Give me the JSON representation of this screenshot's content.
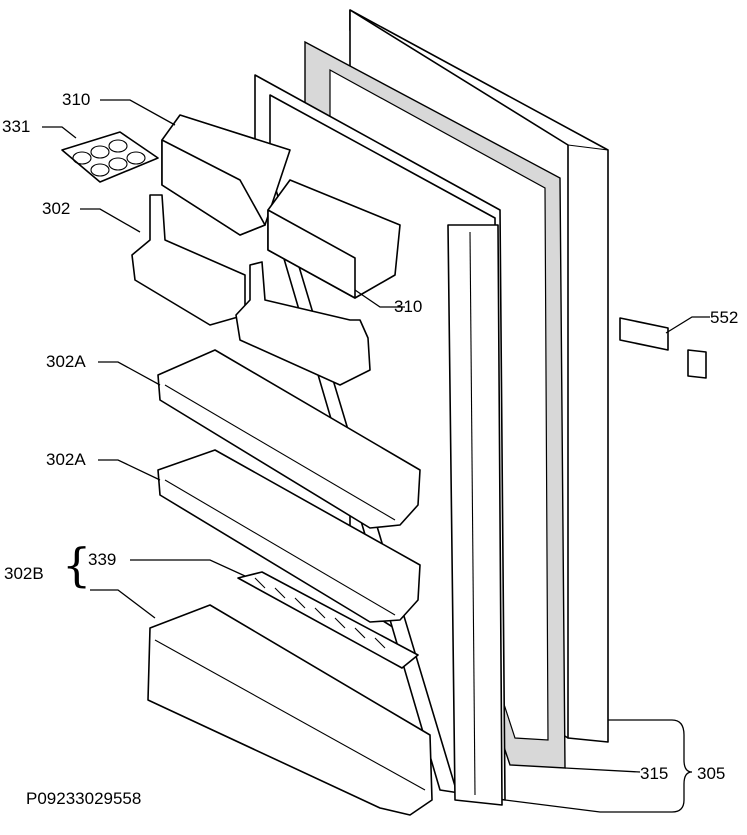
{
  "labels": {
    "p331": "331",
    "p310_top": "310",
    "p302": "302",
    "p310_mid": "310",
    "p302a_1": "302A",
    "p302a_2": "302A",
    "p302b": "302B",
    "p339": "339",
    "p552": "552",
    "p315": "315",
    "p305": "305"
  },
  "drawing_number": "P09233029558",
  "colors": {
    "line": "#000000",
    "background": "#ffffff",
    "gasket_fill": "#d8d8d8"
  }
}
